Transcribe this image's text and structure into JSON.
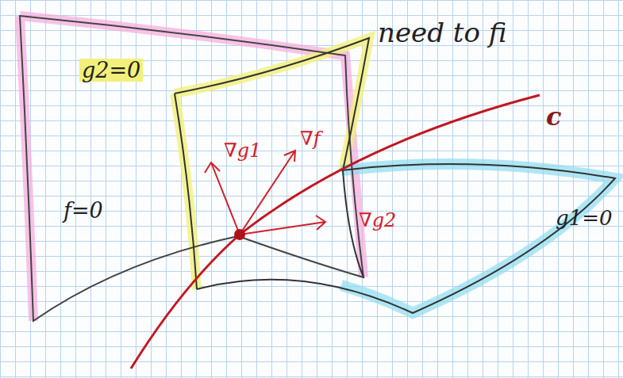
{
  "diagram": {
    "labels": [
      "need to fi",
      "g2=0",
      "f=0",
      "∇g1",
      "∇f",
      "∇g2",
      "c",
      "g1=0"
    ]
  }
}
